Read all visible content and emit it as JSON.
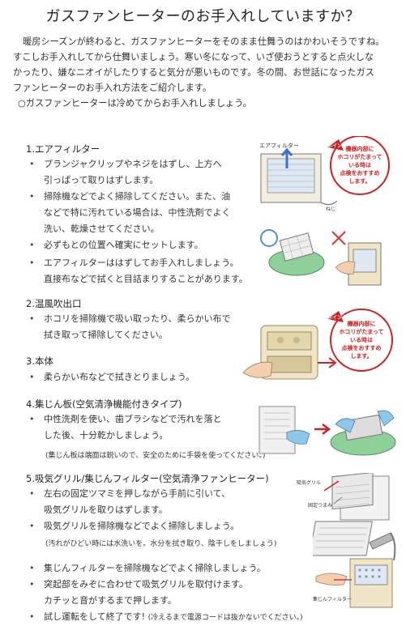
{
  "title": "ガスファンヒーターのお手入れしていますか？",
  "intro": [
    "暖房シーズンが終わると、ガスファンヒーターをそのまま仕舞うのはかわいそうですね。",
    "すこしお手入れしてから仕舞いましょう。寒い冬になって、いざ使おうとすると点火しな",
    "かったり、嫌なニオイがしたりすると気分が悪いものです。冬の間、お世話になったガス",
    "ファンヒーターのお手入れ方法をご紹介します。",
    "○ガスファンヒーターは冷めてからお手入れしましょう。"
  ],
  "sections": [
    {
      "title": "1.エアフィルター",
      "bullets": [
        [
          "プランジャクリップやネジをはずし、上方へ",
          "引っぱって取りはずします。"
        ],
        [
          "掃除機などでよく掃除してください。また、油",
          "などで特に汚れている場合は、中性洗剤でよく",
          "洗い、乾燥させてください。"
        ],
        [
          "必ずもとの位置へ確実にセットします。"
        ],
        [
          "エアフィルターははずしてお手入れしましょう。",
          "直接布などで拭くと目詰まりすることがあります。"
        ]
      ]
    },
    {
      "title": "2.温風吹出口",
      "bullets": [
        [
          "ホコリを掃除機で吸い取ったり、柔らかい布で",
          "拭き取って掃除してください。"
        ]
      ]
    },
    {
      "title": "3.本体",
      "bullets": [
        [
          "柔らかい布などで拭きとりましょう。"
        ]
      ]
    },
    {
      "title": "4.集じん板(空気清浄機能付きタイプ)",
      "bullets": [
        [
          "中性洗剤を使い、歯ブラシなどで汚れを落と",
          "した後、十分乾かしましょう。"
        ]
      ],
      "note": "(集じん板は端面は鋭いので、安全のために手袋を使ってください。)"
    },
    {
      "title": "5.吸気グリル/集じんフィルター(空気清浄ファンヒーター)",
      "bullets": [
        [
          "左右の固定ツマミを押しながら手前に引いて、",
          "吸気グリルを取りはずします。"
        ],
        [
          "吸気グリルを掃除機などでよく掃除しましょう。"
        ]
      ],
      "note": "(汚れがひどい時には水洗いを。水分を拭き取り、陰干しをしましょう)",
      "bullets2": [
        [
          "集じんフィルターを掃除機などでよく掃除しましょう。"
        ],
        [
          "突起部をみぞに合わせて吸気グリルを取付けます。",
          "カチッと音がするまで押します。"
        ]
      ]
    }
  ],
  "final": {
    "text": "試し運転をして終了です!",
    "note": "(冷えるまで電源コードは抜かないでください。)"
  },
  "illustrations": {
    "filter_label": "エアフィルター",
    "screw_label": "ねじ",
    "point_badge": "ポイント",
    "point_text": [
      "機器内部に",
      "ホコリがたまって",
      "いる時は",
      "点検をおすすめ",
      "します。"
    ],
    "grill_label": "吸気グリル",
    "knob_label": "固定つまみ",
    "dust_filter_label": "集じんフィルター"
  },
  "colors": {
    "accent_red": "#cc2222",
    "circle_blue": "#4a90d9",
    "cross_red": "#d23b3b",
    "appliance_beige": "#efe4c6",
    "tub_green": "#8fcf9a"
  }
}
